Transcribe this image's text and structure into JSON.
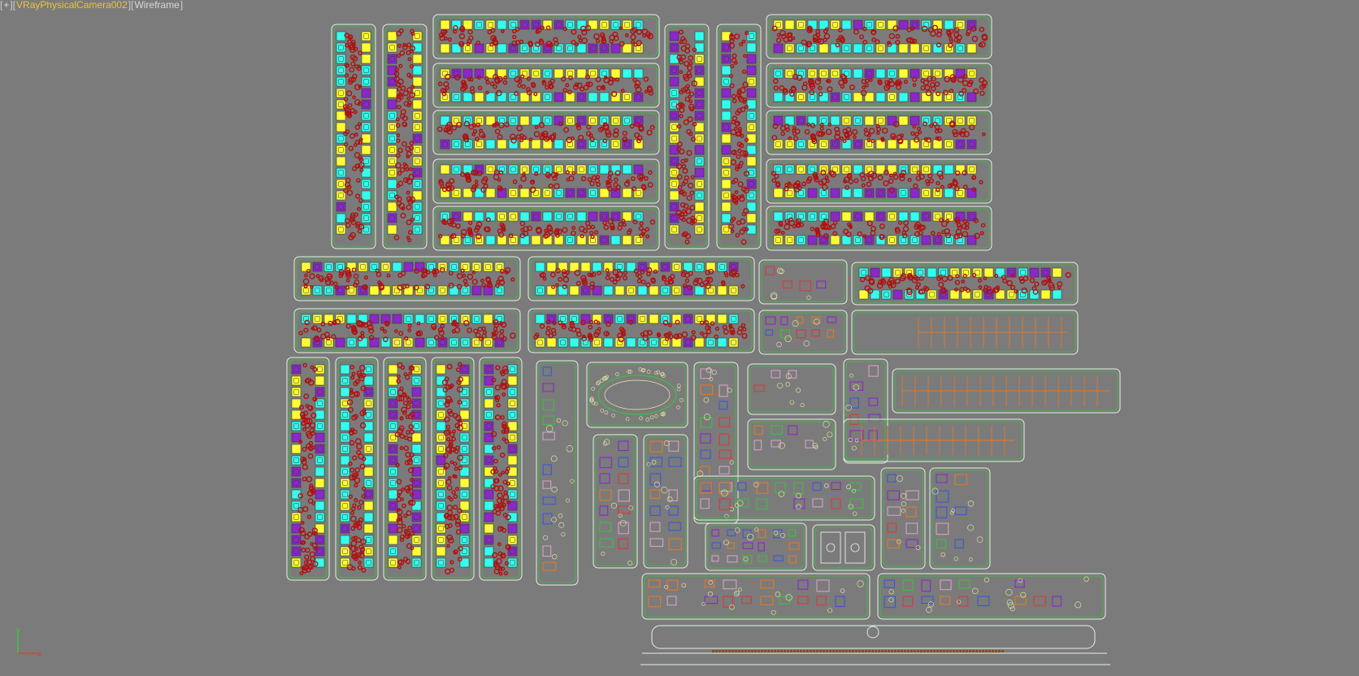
{
  "viewport": {
    "label": {
      "menu": "+",
      "camera": "VRayPhysicalCamera002",
      "mode": "Wireframe"
    },
    "axis_gizmo": {
      "x": "x",
      "y": "y"
    }
  },
  "colors": {
    "background": "#7b7b7b",
    "boundary": "#e6f0e6",
    "green_line": "#3fbf3f",
    "yellow": "#ffff33",
    "cyan": "#33ffee",
    "purple": "#8a28c8",
    "red": "#b01010",
    "orange": "#e07a28"
  }
}
